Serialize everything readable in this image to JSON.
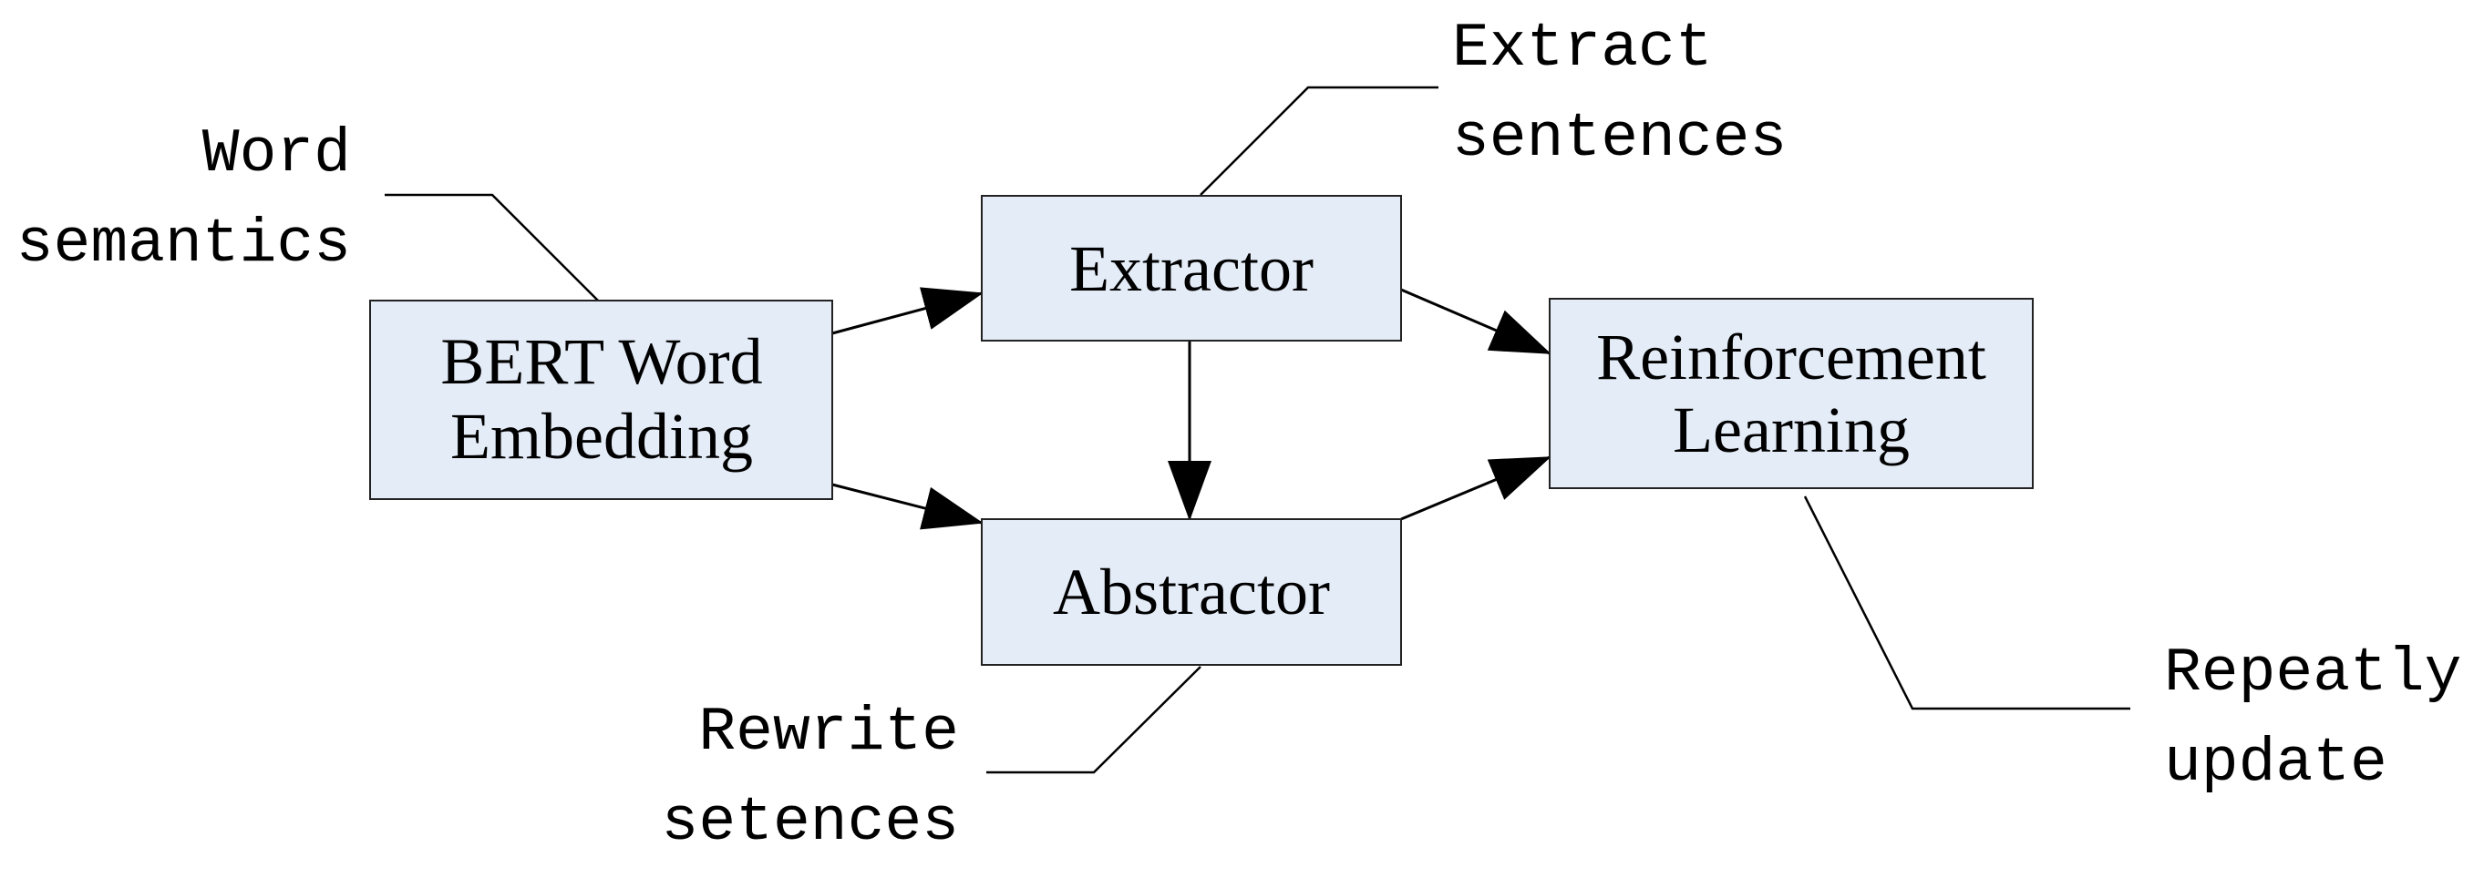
{
  "nodes": {
    "bert": {
      "line1": "BERT Word",
      "line2": "Embedding"
    },
    "extractor": {
      "label": "Extractor"
    },
    "abstractor": {
      "label": "Abstractor"
    },
    "rl": {
      "line1": "Reinforcement",
      "line2": "Learning"
    }
  },
  "callouts": {
    "word_semantics": {
      "line1": "Word",
      "line2": "semantics"
    },
    "extract_sentences": {
      "line1": "Extract",
      "line2": "sentences"
    },
    "rewrite_setences": {
      "line1": "Rewrite",
      "line2": "setences"
    },
    "repeatly_update": {
      "line1": "Repeatly",
      "line2": "update"
    }
  },
  "colors": {
    "box_fill": "#e4ecf7",
    "box_stroke": "#222222",
    "line": "#000000"
  }
}
